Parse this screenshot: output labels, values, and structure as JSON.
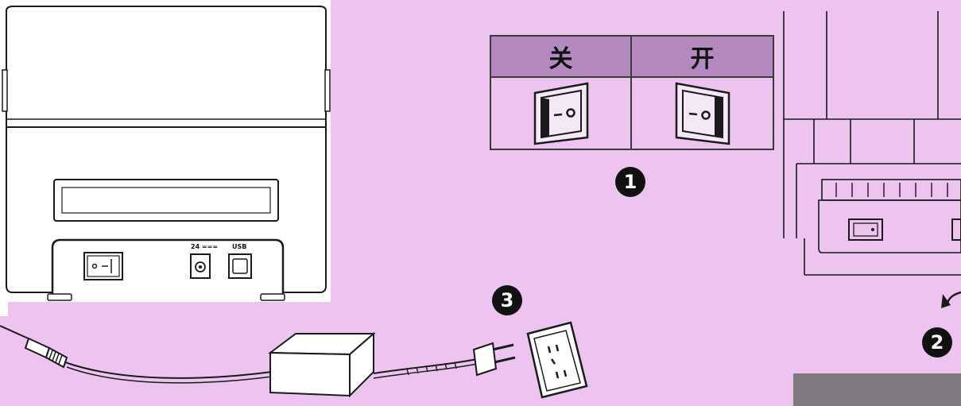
{
  "switch_table": {
    "off_label": "关",
    "on_label": "开"
  },
  "steps": {
    "step1": "1",
    "step2": "2",
    "step3": "3"
  },
  "printer_rear": {
    "dc_port_label": "24 ===",
    "usb_port_label": "USB"
  },
  "colors": {
    "background": "#ecc4ef",
    "table_header": "#b489c0",
    "line": "#1a1a1a"
  }
}
